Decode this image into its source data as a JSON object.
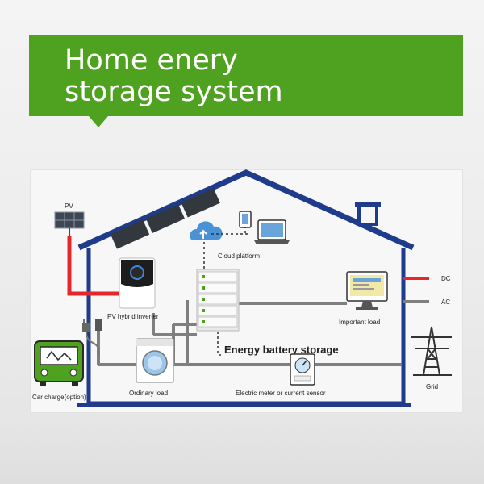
{
  "banner": {
    "title_line1": "Home enery",
    "title_line2": "storage system",
    "color": "#4fa21f"
  },
  "labels": {
    "pv": "PV",
    "inverter": "PV hybrid inverter",
    "cloud": "Cloud platform",
    "important_load": "Important load",
    "battery": "Energy battery storage",
    "ordinary_load": "Ordinary load",
    "meter": "Electric meter or current sensor",
    "car_charge": "Car charge(option)",
    "grid": "Grid"
  },
  "legend": [
    {
      "label": "DC",
      "color": "#e5262a"
    },
    {
      "label": "AC",
      "color": "#7f7f7f"
    }
  ],
  "colors": {
    "roof": "#1f3b8c",
    "dc": "#e5262a",
    "ac": "#7f7f7f",
    "accent": "#4fa21f"
  }
}
